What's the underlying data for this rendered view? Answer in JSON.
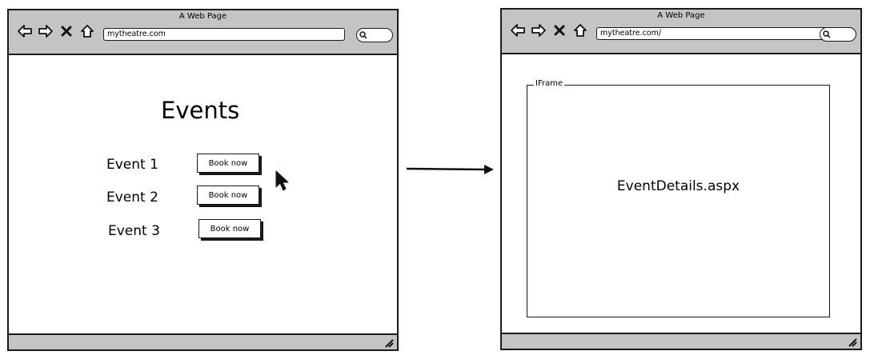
{
  "left_window": {
    "title": "A Web Page",
    "url": "mytheatre.com",
    "heading": "Events",
    "events": [
      {
        "label": "Event 1",
        "button": "Book now"
      },
      {
        "label": "Event 2",
        "button": "Book now"
      },
      {
        "label": "Event 3",
        "button": "Book now"
      }
    ]
  },
  "right_window": {
    "title": "A Web Page",
    "url": "mytheatre.com/",
    "iframe_label": "IFrame",
    "iframe_content": "EventDetails.aspx"
  },
  "icons": [
    "back-icon",
    "forward-icon",
    "close-icon",
    "home-icon",
    "search-icon",
    "resize-grip-icon",
    "mouse-cursor-icon",
    "arrow-icon"
  ]
}
